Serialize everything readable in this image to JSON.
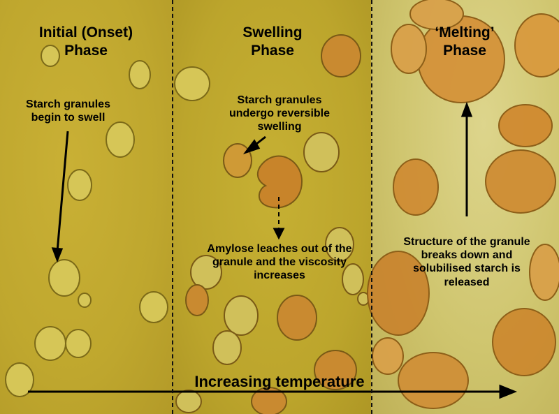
{
  "phases": [
    {
      "title": "Initial (Onset)\nPhase",
      "note": "Starch granules\nbegin to swell"
    },
    {
      "title": "Swelling\nPhase",
      "note": "Starch granules\nundergo reversible\nswelling",
      "note2": "Amylose leaches out of the\ngranule and the viscosity\nincreases"
    },
    {
      "title": "‘Melting’\nPhase",
      "note": "Structure of the granule\nbreaks down and\nsolubilised starch is\nreleased"
    }
  ],
  "axis_label": "Increasing temperature",
  "colors": {
    "phase1_bg": "#c2aa30",
    "phase2_bg": "#bea82e",
    "phase3_bg": "#d3ca78",
    "granule_pale": "#d8c860",
    "granule_stained": "#c98a2a",
    "arrow": "#000000"
  }
}
